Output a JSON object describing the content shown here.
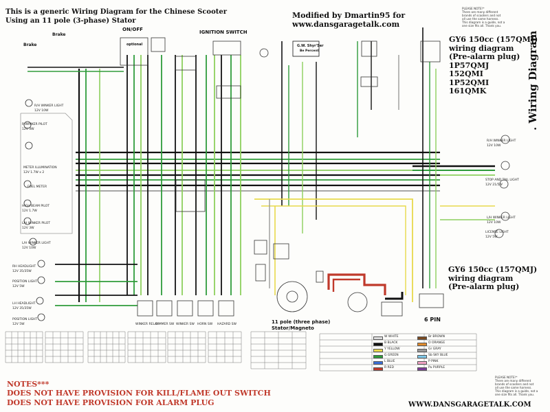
{
  "title": {
    "line1": "This is a generic Wiring Diagram for the Chinese Scooter",
    "line2": "Using an 11 pole (3-phase) Stator"
  },
  "credit": {
    "line1": "Modified by Dmartin95 for",
    "line2": "www.dansgaragetalk.com"
  },
  "vertical_title": ". Wiring Diagram",
  "gy6_block_top": {
    "lines": [
      "GY6 150cc (157QMJ)",
      "wiring diagram",
      "(Pre-alarm plug)",
      "1P57QMJ",
      "152QMI",
      "1P52QMI",
      "161QMK"
    ]
  },
  "gy6_block_bottom": {
    "lines": [
      "GY6 150cc (157QMJ)",
      "wiring diagram",
      "(Pre-alarm plug)"
    ]
  },
  "please_note_top": "PLEASE NOTE!*\nThere are many different\nbrands of scooters and not\nall use the same harness.\nThis diagram is a guide, not a\none size fits all. Thank you.",
  "please_note_bottom": "PLEASE NOTE!*\nThere are many different\nbrands of scooters and not\nall use the same harness.\nThis diagram is a guide, not a\none size fits all. Thank you.",
  "labels": {
    "on_off": "ON/OFF",
    "optional": "optional",
    "ignition_switch": "IGNITION SWITCH",
    "brake_left": "Brake",
    "brake_mid": "Brake",
    "gw": "G.W. Shyr'Ser",
    "gw2": "Be Percent",
    "stator1": "11 pole (three phase)",
    "stator2": "Stator/Magneto",
    "six_pin": "6 PIN",
    "notes": "NOTES***",
    "note1": "DOES NOT HAVE PROVISION FOR KILL/FLAME OUT SWITCH",
    "note2": "DOES NOT HAVE PROVISION FOR ALARM PLUG",
    "website": "WWW.DANSGARAGETALK.COM"
  },
  "tiny_labels": {
    "left_side": [
      "R/H WINKER LIGHT",
      "12V 10W",
      "R WINKER PILOT",
      "12V 3W",
      "METER ILLUMINATION",
      "12V 1.7W x 2",
      "FUEL METER",
      "HIGH BEAM PILOT",
      "12V 1.7W",
      "L/H WINKER PILOT",
      "12V 3W",
      "L/H WINKER LIGHT",
      "12V 10W",
      "RH HEADLIGHT",
      "12V 35/35W",
      "POSITION LIGHT",
      "12V 5W",
      "LH HEADLIGHT",
      "12V 35/35W",
      "POSITION LIGHT",
      "12V 5W"
    ],
    "right_side": [
      "R/H WINKER LIGHT",
      "12V 10W",
      "STOP AND TAIL LIGHT",
      "12V 21/5W",
      "L/H WINKER LIGHT",
      "12V 10W",
      "LICENSE LIGHT",
      "12V 5W"
    ],
    "bottom_switches": [
      "WINKER RELAY",
      "DIMMER SW",
      "WINKER SW",
      "HORN SW",
      "HAZARD SW"
    ]
  },
  "color_legend": [
    {
      "code": "W",
      "name": "WHITE"
    },
    {
      "code": "B",
      "name": "BLACK"
    },
    {
      "code": "Y",
      "name": "YELLOW"
    },
    {
      "code": "G",
      "name": "GREEN"
    },
    {
      "code": "L",
      "name": "BLUE"
    },
    {
      "code": "R",
      "name": "RED"
    },
    {
      "code": "Br",
      "name": "BROWN"
    },
    {
      "code": "O",
      "name": "ORANGE"
    },
    {
      "code": "Gr",
      "name": "GRAY"
    },
    {
      "code": "Sb",
      "name": "SKY BLUE"
    },
    {
      "code": "P",
      "name": "PINK"
    },
    {
      "code": "Pu",
      "name": "PURPLE"
    }
  ],
  "wire_colors": {
    "black": "#111111",
    "green": "#2e9b3a",
    "lightgreen": "#8ccf5c",
    "yellow": "#e8d94a",
    "red": "#c0392b",
    "gray": "#9a9a9a",
    "white": "#dddddd"
  }
}
